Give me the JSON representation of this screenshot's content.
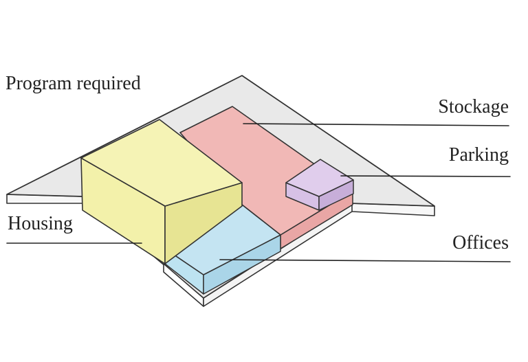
{
  "title": "Program required",
  "labels": {
    "stockage": "Stockage",
    "parking": "Parking",
    "housing": "Housing",
    "offices": "Offices"
  },
  "colors": {
    "site": "#e9e9e9",
    "housing": "#f3f1a6",
    "stockage": "#f1b8b6",
    "parking": "#d8c3e4",
    "offices": "#bfe1ef",
    "outline": "#333333"
  }
}
